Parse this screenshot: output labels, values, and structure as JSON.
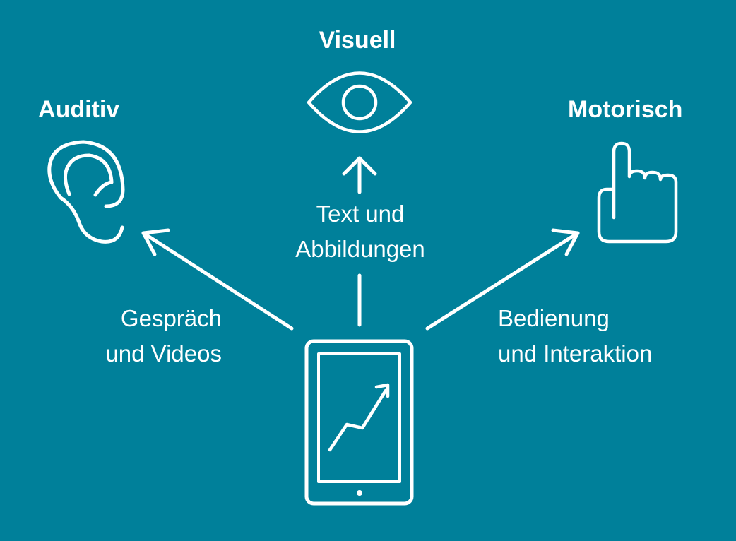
{
  "colors": {
    "background": "#00809a",
    "foreground": "#ffffff"
  },
  "categories": {
    "visual": {
      "title": "Visuell",
      "description_line1": "Text und",
      "description_line2": "Abbildungen",
      "icon": "eye-icon"
    },
    "auditory": {
      "title": "Auditiv",
      "description_line1": "Gespräch",
      "description_line2": "und Videos",
      "icon": "ear-icon"
    },
    "motor": {
      "title": "Motorisch",
      "description_line1": "Bedienung",
      "description_line2": "und Interaktion",
      "icon": "pointing-hand-icon"
    }
  },
  "center": {
    "icon": "tablet-chart-icon"
  }
}
